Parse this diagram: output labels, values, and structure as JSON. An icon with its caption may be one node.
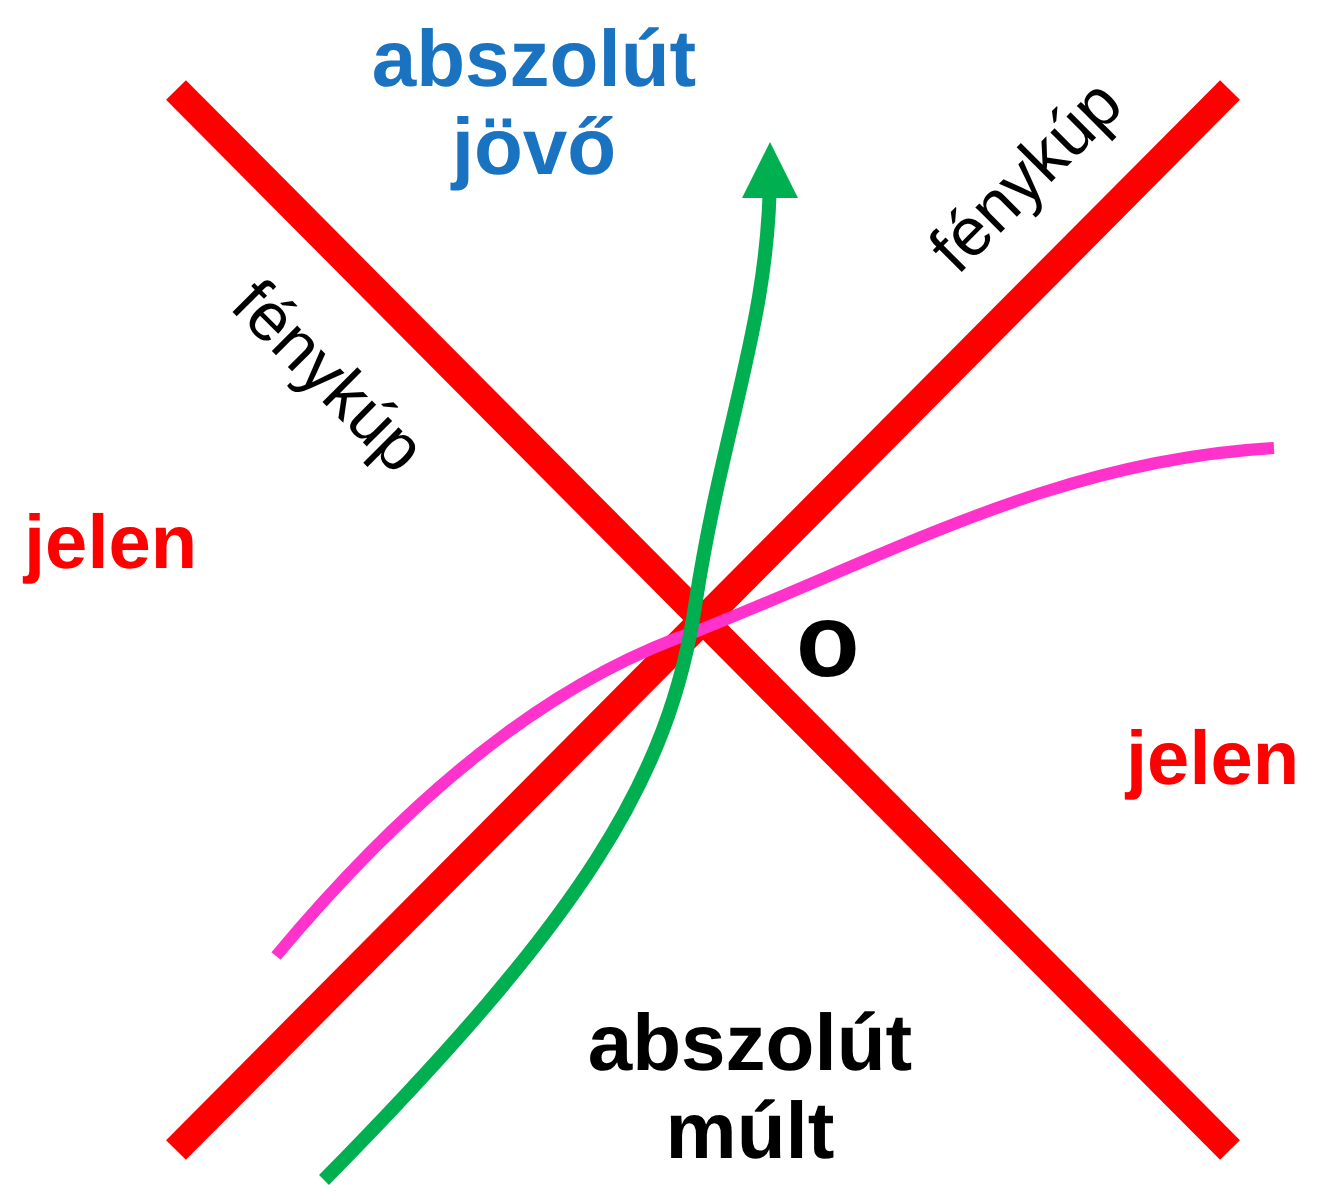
{
  "diagram": {
    "labels": [
      "abszolút jövő",
      "fénykúp",
      "fénykúp",
      "jelen",
      "o",
      "jelen",
      "abszolút múlt"
    ]
  }
}
